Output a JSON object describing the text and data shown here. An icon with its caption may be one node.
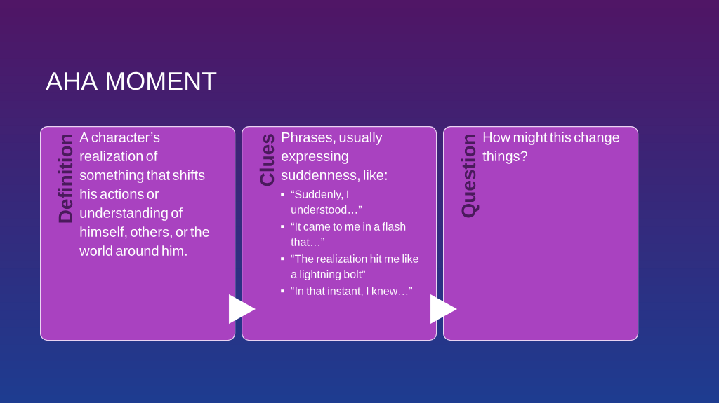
{
  "diagram": {
    "title": "AHA MOMENT",
    "nodes": [
      {
        "text": [
          "Definition",
          "A character’s realization of something that shifts his actions or understanding of himself, others, or the world around him."
        ]
      },
      {
        "text": [
          "Clues",
          "Phrases, usually expressing suddenness, like:",
          "“Suddenly, I understood…”",
          "“It came to me in a flash that…”",
          "“The realization hit me like a lightning bolt”",
          "“In that instant, I knew…”"
        ]
      },
      {
        "text": [
          "Question",
          "How might this change things?"
        ]
      }
    ],
    "edges": [
      {
        "from": 0,
        "to": 1,
        "arrow": "to"
      },
      {
        "from": 1,
        "to": 2,
        "arrow": "to"
      }
    ]
  }
}
